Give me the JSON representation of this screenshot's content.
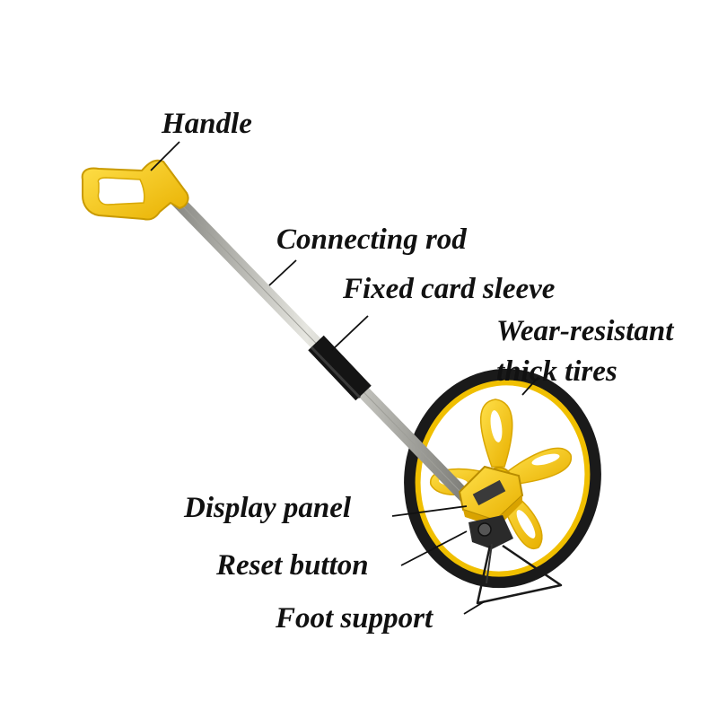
{
  "labels": {
    "handle": "Handle",
    "connecting_rod": "Connecting rod",
    "fixed_card_sleeve": "Fixed card sleeve",
    "tires_line1": "Wear-resistant",
    "tires_line2": "thick tires",
    "display_panel": "Display panel",
    "reset_button": "Reset button",
    "foot_support": "Foot support"
  },
  "colors": {
    "body_yellow": "#f5c400",
    "tire_black": "#1a1a1a",
    "rod_silver": "#b8b8b0",
    "leader_line": "#111111"
  }
}
